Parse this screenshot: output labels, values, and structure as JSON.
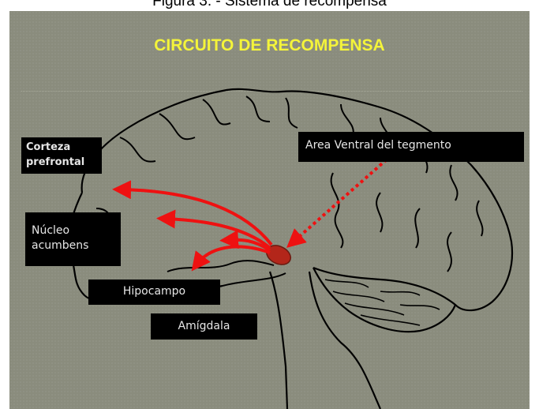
{
  "figure": {
    "caption": "Figura 3. - Sistema de recompensa"
  },
  "slide": {
    "title": "CIRCUITO DE RECOMPENSA"
  },
  "labels": {
    "cortex": "Corteza prefrontal",
    "nucleus": "Núcleo acumbens",
    "hippocampus": "Hipocampo",
    "amygdala": "Amígdala",
    "vta": "Area Ventral del tegmento"
  },
  "colors": {
    "background": "#8a8c7d",
    "title": "#f4f43a",
    "arrows": "#ee1111",
    "vta_region": "#b3261a",
    "outline": "#000000"
  }
}
